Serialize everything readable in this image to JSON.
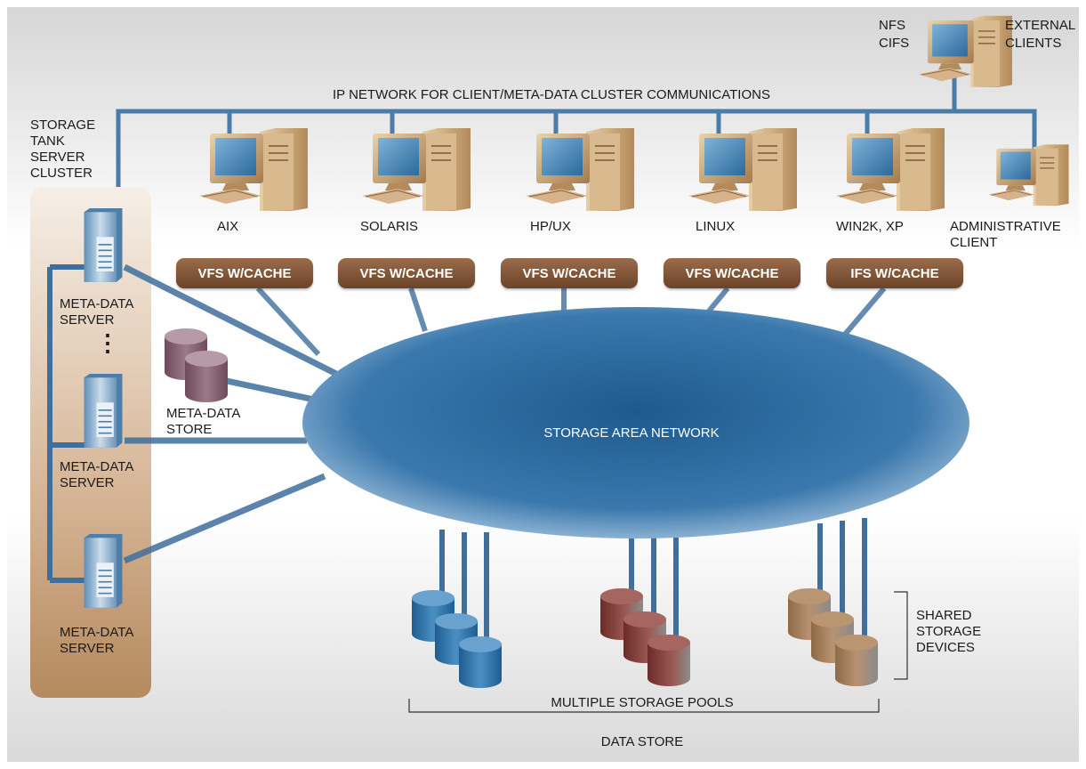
{
  "network_label": "IP NETWORK FOR CLIENT/META-DATA CLUSTER COMMUNICATIONS",
  "external": {
    "protocols": [
      "NFS",
      "CIFS"
    ],
    "label": [
      "EXTERNAL",
      "CLIENTS"
    ]
  },
  "cluster": {
    "label": [
      "STORAGE",
      "TANK",
      "SERVER",
      "CLUSTER"
    ]
  },
  "clients": [
    {
      "os": "AIX",
      "fs": "VFS W/CACHE"
    },
    {
      "os": "SOLARIS",
      "fs": "VFS W/CACHE"
    },
    {
      "os": "HP/UX",
      "fs": "VFS W/CACHE"
    },
    {
      "os": "LINUX",
      "fs": "VFS W/CACHE"
    },
    {
      "os": "WIN2K, XP",
      "fs": "IFS W/CACHE"
    }
  ],
  "admin": {
    "label": [
      "ADMINISTRATIVE",
      "CLIENT"
    ]
  },
  "servers": [
    {
      "label": [
        "META-DATA",
        "SERVER"
      ]
    },
    {
      "label": [
        "META-DATA",
        "SERVER"
      ]
    },
    {
      "label": [
        "META-DATA",
        "SERVER"
      ]
    }
  ],
  "ellipsis": "⋮",
  "metadata_store": {
    "label": [
      "META-DATA",
      "STORE"
    ]
  },
  "san": {
    "label": "STORAGE AREA NETWORK"
  },
  "shared_devices": {
    "label": [
      "SHARED",
      "STORAGE",
      "DEVICES"
    ]
  },
  "pools_label": "MULTIPLE STORAGE POOLS",
  "data_store_label": "DATA STORE",
  "colors": {
    "network": "#4a7ca8",
    "cluster_panel": "#c9a27e",
    "pill": "#7a5234",
    "pool_blue": "#2f73a8",
    "pool_red": "#8a3b36",
    "pool_tan": "#a0764a",
    "san": "#3f6f9c"
  }
}
